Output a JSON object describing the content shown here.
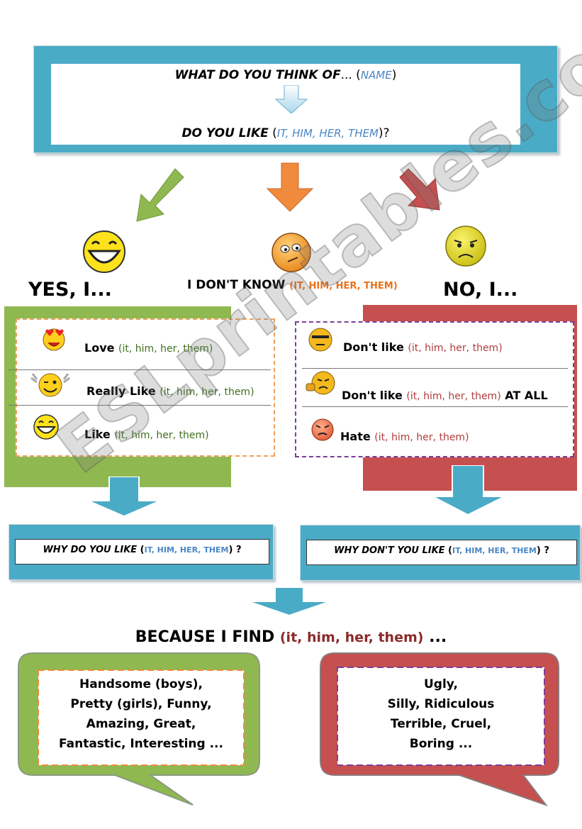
{
  "header": {
    "q1_main": "WHAT DO YOU THINK OF",
    "q1_suffix": "... (",
    "q1_name": "NAME",
    "q1_close": ")",
    "q2_main": "DO YOU LIKE",
    "q2_open": " (",
    "q2_paren": "IT, HIM, HER, THEM",
    "q2_close": ")?"
  },
  "yes": {
    "title": "YES, I..."
  },
  "idk": {
    "main": "I DON'T KNOW",
    "paren": "(IT, HIM, HER, THEM)"
  },
  "no": {
    "title": "NO, I..."
  },
  "like_items": [
    {
      "verb": "Love",
      "paren": "(it, him, her, them)"
    },
    {
      "verb": "Really Like",
      "paren": "(it, him, her, them)"
    },
    {
      "verb": "Like",
      "paren": "(it, him, her, them)"
    }
  ],
  "dislike_items": [
    {
      "verb": "Don't like",
      "paren": "(it, him, her, them)",
      "suffix": ""
    },
    {
      "verb": "Don't like",
      "paren": "(it, him, her, them)",
      "suffix": "AT ALL"
    },
    {
      "verb": "Hate",
      "paren": "(it, him, her, them)",
      "suffix": ""
    }
  ],
  "why_like": {
    "main": "WHY DO YOU LIKE",
    "open": " (",
    "paren": "IT, HIM, HER, THEM",
    "close": ") ?"
  },
  "why_dislike": {
    "main": "WHY DON'T YOU LIKE",
    "open": " (",
    "paren": "IT, HIM, HER, THEM",
    "close": ") ?"
  },
  "because": {
    "main": "BECAUSE I FIND",
    "paren": "(it, him, her, them)",
    "ellipsis": "..."
  },
  "positive_adjectives": [
    "Handsome (boys),",
    "Pretty (girls), Funny,",
    "Amazing, Great,",
    "Fantastic, Interesting ..."
  ],
  "negative_adjectives": [
    "Ugly,",
    "Silly, Ridiculous",
    "Terrible, Cruel,",
    "Boring ..."
  ],
  "watermark": "ESLprintables.com",
  "colors": {
    "teal": "#4aabc6",
    "green": "#8fb950",
    "orange": "#f08a3c",
    "red": "#c64f4f",
    "purple": "#7b3f99",
    "blue_text": "#4a86c5"
  }
}
